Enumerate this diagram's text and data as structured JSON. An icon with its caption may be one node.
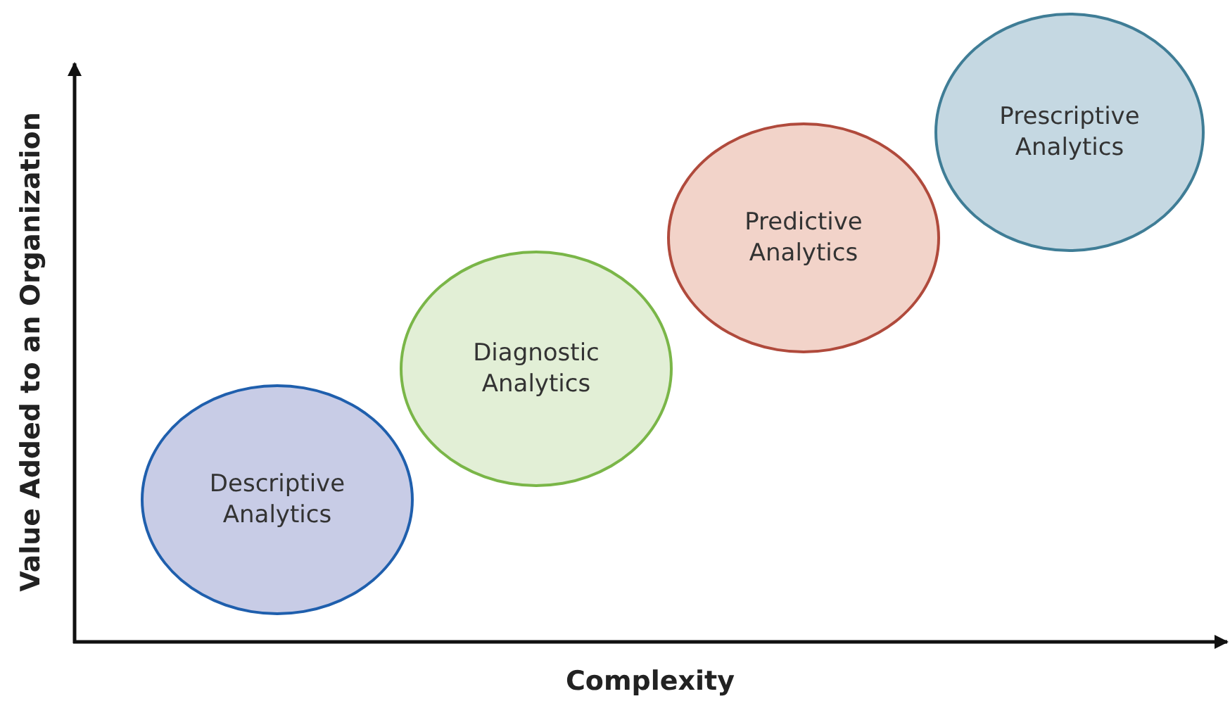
{
  "diagram": {
    "nodes": [
      {
        "text": [
          "Descriptive Analytics"
        ]
      },
      {
        "text": [
          "Diagnostic Analytics"
        ]
      },
      {
        "text": [
          "Predictive Analytics"
        ]
      },
      {
        "text": [
          "Prescriptive Analytics"
        ]
      }
    ],
    "labels": [
      "Value Added to an Organization",
      "Complexity"
    ]
  }
}
